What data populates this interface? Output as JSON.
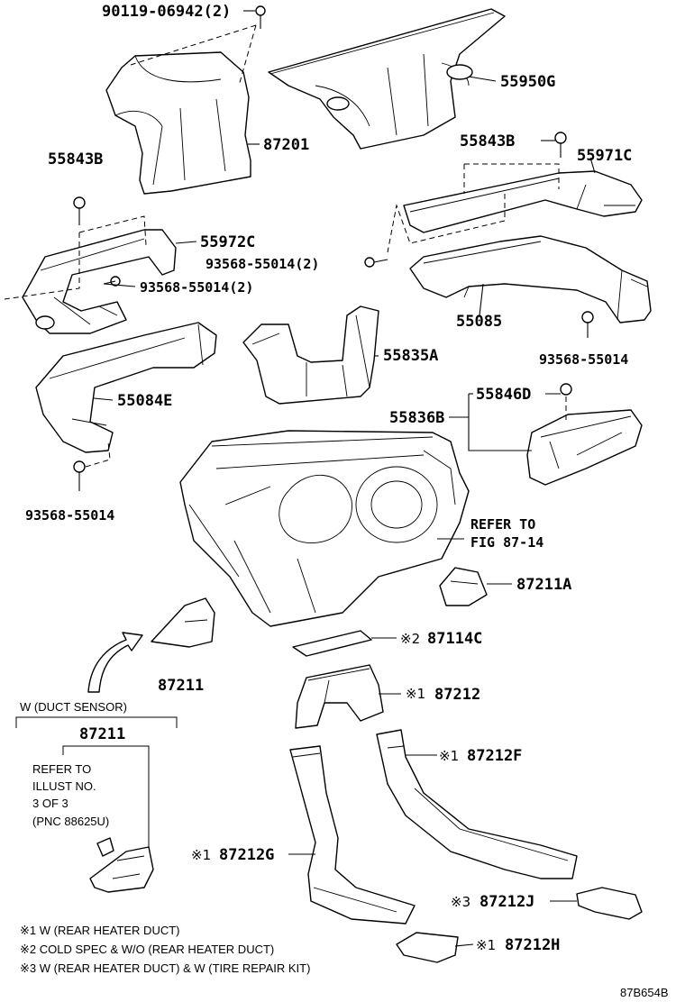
{
  "labels": {
    "p90119": "90119-06942(2)",
    "p55950G": "55950G",
    "p87201": "87201",
    "p55843B_left": "55843B",
    "p55843B_right": "55843B",
    "p55971C": "55971C",
    "p55972C": "55972C",
    "p93568_2_a": "93568-55014(2)",
    "p93568_2_b": "93568-55014(2)",
    "p55085": "55085",
    "p93568_right": "93568-55014",
    "p55835A": "55835A",
    "p55084E": "55084E",
    "p55846D": "55846D",
    "p55836B": "55836B",
    "p93568_left": "93568-55014",
    "refer_line1": "REFER TO",
    "refer_line2": "FIG 87-14",
    "p87211A": "87211A",
    "p87114C_mark": "※2",
    "p87114C": "87114C",
    "p87211": "87211",
    "p87212_mark": "※1",
    "p87212": "87212",
    "p87212F_mark": "※1",
    "p87212F": "87212F",
    "p87212G_mark": "※1",
    "p87212G": "87212G",
    "p87212J_mark": "※3",
    "p87212J": "87212J",
    "p87212H_mark": "※1",
    "p87212H": "87212H"
  },
  "duct_sensor": {
    "title": "W (DUCT SENSOR)",
    "part": "87211",
    "ref_line1": "REFER TO",
    "ref_line2": "ILLUST NO.",
    "ref_line3": "3 OF 3",
    "ref_line4": "(PNC 88625U)"
  },
  "notes": [
    "※1 W (REAR HEATER DUCT)",
    "※2 COLD SPEC & W/O (REAR HEATER DUCT)",
    "※3 W (REAR HEATER DUCT) & W (TIRE REPAIR KIT)"
  ],
  "figure_code": "87B654B"
}
